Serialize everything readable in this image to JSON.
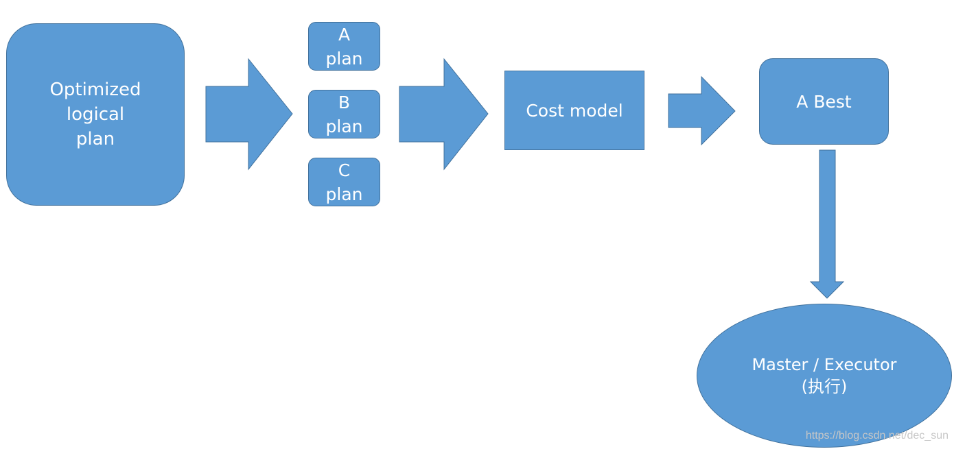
{
  "nodes": {
    "optimized_plan": "Optimized\nlogical\nplan",
    "a_plan": "A\nplan",
    "b_plan": "B\nplan",
    "c_plan": "C\nplan",
    "cost_model": "Cost model",
    "a_best": "A Best",
    "executor": "Master / Executor\n(执行)"
  },
  "watermark": "https://blog.csdn.net/dec_sun",
  "colors": {
    "fill": "#5b9bd5",
    "stroke": "#41719c",
    "text": "#ffffff"
  }
}
